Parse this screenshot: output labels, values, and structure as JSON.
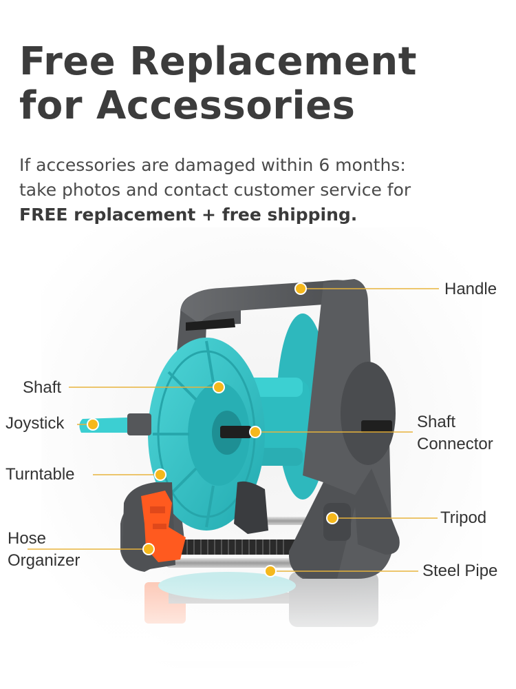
{
  "headline": {
    "line1": "Free Replacement",
    "line2": "for Accessories"
  },
  "description": {
    "line1": "If accessories are damaged within 6 months:",
    "line2": "take photos and contact customer service for",
    "line3": "FREE replacement + free shipping."
  },
  "labels": {
    "handle": "Handle",
    "shaft": "Shaft",
    "joystick": "Joystick",
    "shaft_connector_1": "Shaft",
    "shaft_connector_2": "Connector",
    "turntable": "Turntable",
    "tripod": "Tripod",
    "hose_organizer_1": "Hose",
    "hose_organizer_2": "Organizer",
    "steel_pipe": "Steel Pipe"
  },
  "colors": {
    "reel_teal": "#2fc6c9",
    "frame_gray": "#5a5c5f",
    "organizer_orange": "#ff5a1f",
    "marker_yellow": "#f5b81c",
    "line_yellow": "#e8b33c"
  }
}
